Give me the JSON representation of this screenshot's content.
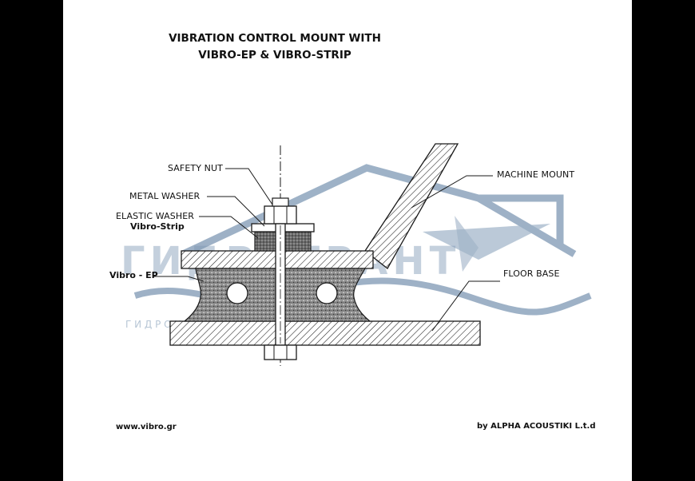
{
  "title": {
    "line1": "VIBRATION CONTROL MOUNT WITH",
    "line2": "VIBRO-EP & VIBRO-STRIP"
  },
  "labels": {
    "safety_nut": "SAFETY NUT",
    "metal_washer": "METAL WASHER",
    "elastic_washer": "ELASTIC WASHER",
    "vibro_strip": "Vibro-Strip",
    "vibro_ep": "Vibro - EP",
    "machine_mount": "MACHINE MOUNT",
    "floor_base": "FLOOR BASE"
  },
  "watermark": {
    "main": "ГИДРОГРАНТ",
    "sub": "Г И Д Р О И З О Л Я Ц И Я   Ш В О В"
  },
  "footer": {
    "website": "www.vibro.gr",
    "credit": "by ALPHA ACOUSTIKI L.t.d"
  },
  "colors": {
    "ink": "#1a1a1a",
    "watermark": "#7e98b4"
  }
}
